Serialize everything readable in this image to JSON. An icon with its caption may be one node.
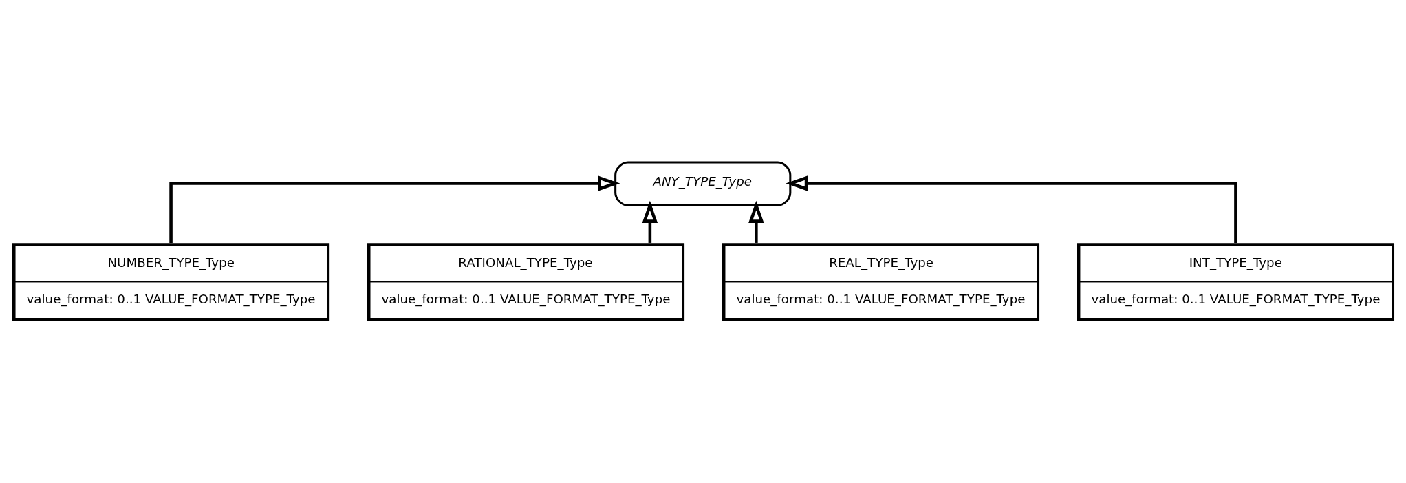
{
  "diagram": {
    "nodes": [
      {
        "text": [
          "ANY_TYPE_Type"
        ]
      },
      {
        "text": [
          "NUMBER_TYPE_Type",
          "value_format: 0..1 VALUE_FORMAT_TYPE_Type"
        ]
      },
      {
        "text": [
          "RATIONAL_TYPE_Type",
          "value_format: 0..1 VALUE_FORMAT_TYPE_Type"
        ]
      },
      {
        "text": [
          "REAL_TYPE_Type",
          "value_format: 0..1 VALUE_FORMAT_TYPE_Type"
        ]
      },
      {
        "text": [
          "INT_TYPE_Type",
          "value_format: 0..1 VALUE_FORMAT_TYPE_Type"
        ]
      }
    ],
    "edges": [
      {
        "from": 3,
        "to": 0,
        "arrow": "to"
      },
      {
        "from": 1,
        "to": 0,
        "arrow": "to"
      },
      {
        "from": 4,
        "to": 0,
        "arrow": "to"
      },
      {
        "from": 2,
        "to": 0,
        "arrow": "to"
      }
    ]
  }
}
